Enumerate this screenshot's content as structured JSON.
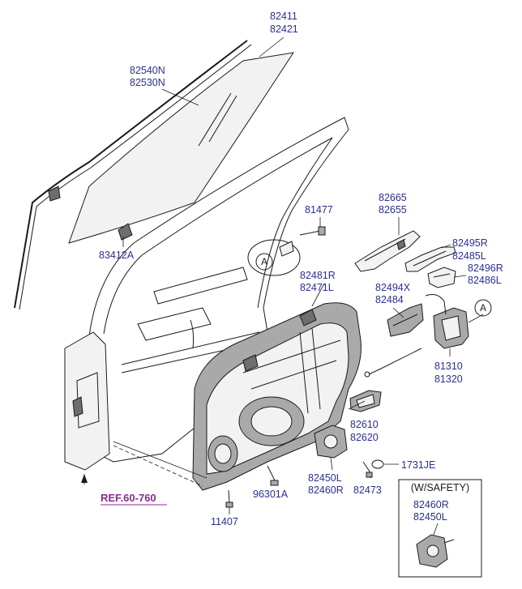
{
  "labels": {
    "p82411": "82411",
    "p82421": "82421",
    "p82540N": "82540N",
    "p82530N": "82530N",
    "p83412A": "83412A",
    "p81477": "81477",
    "p82665": "82665",
    "p82655": "82655",
    "p82495R": "82495R",
    "p82485L": "82485L",
    "p82496R": "82496R",
    "p82486L": "82486L",
    "p82481R": "82481R",
    "p82471L": "82471L",
    "p82494X": "82494X",
    "p82484": "82484",
    "p81310": "81310",
    "p81320": "81320",
    "p82610": "82610",
    "p82620": "82620",
    "p1731JE": "1731JE",
    "p82450L": "82450L",
    "p82460R": "82460R",
    "p82473": "82473",
    "p96301A": "96301A",
    "p11407": "11407",
    "ref": "REF.60-760"
  },
  "callouts": {
    "a1": "A",
    "a2": "A"
  },
  "inset": {
    "title": "(W/SAFETY)",
    "line1": "82460R",
    "line2": "82450L"
  },
  "colors": {
    "label": "#2b2f8f",
    "ref": "#8a2b8c",
    "line": "#1a1a1a"
  }
}
